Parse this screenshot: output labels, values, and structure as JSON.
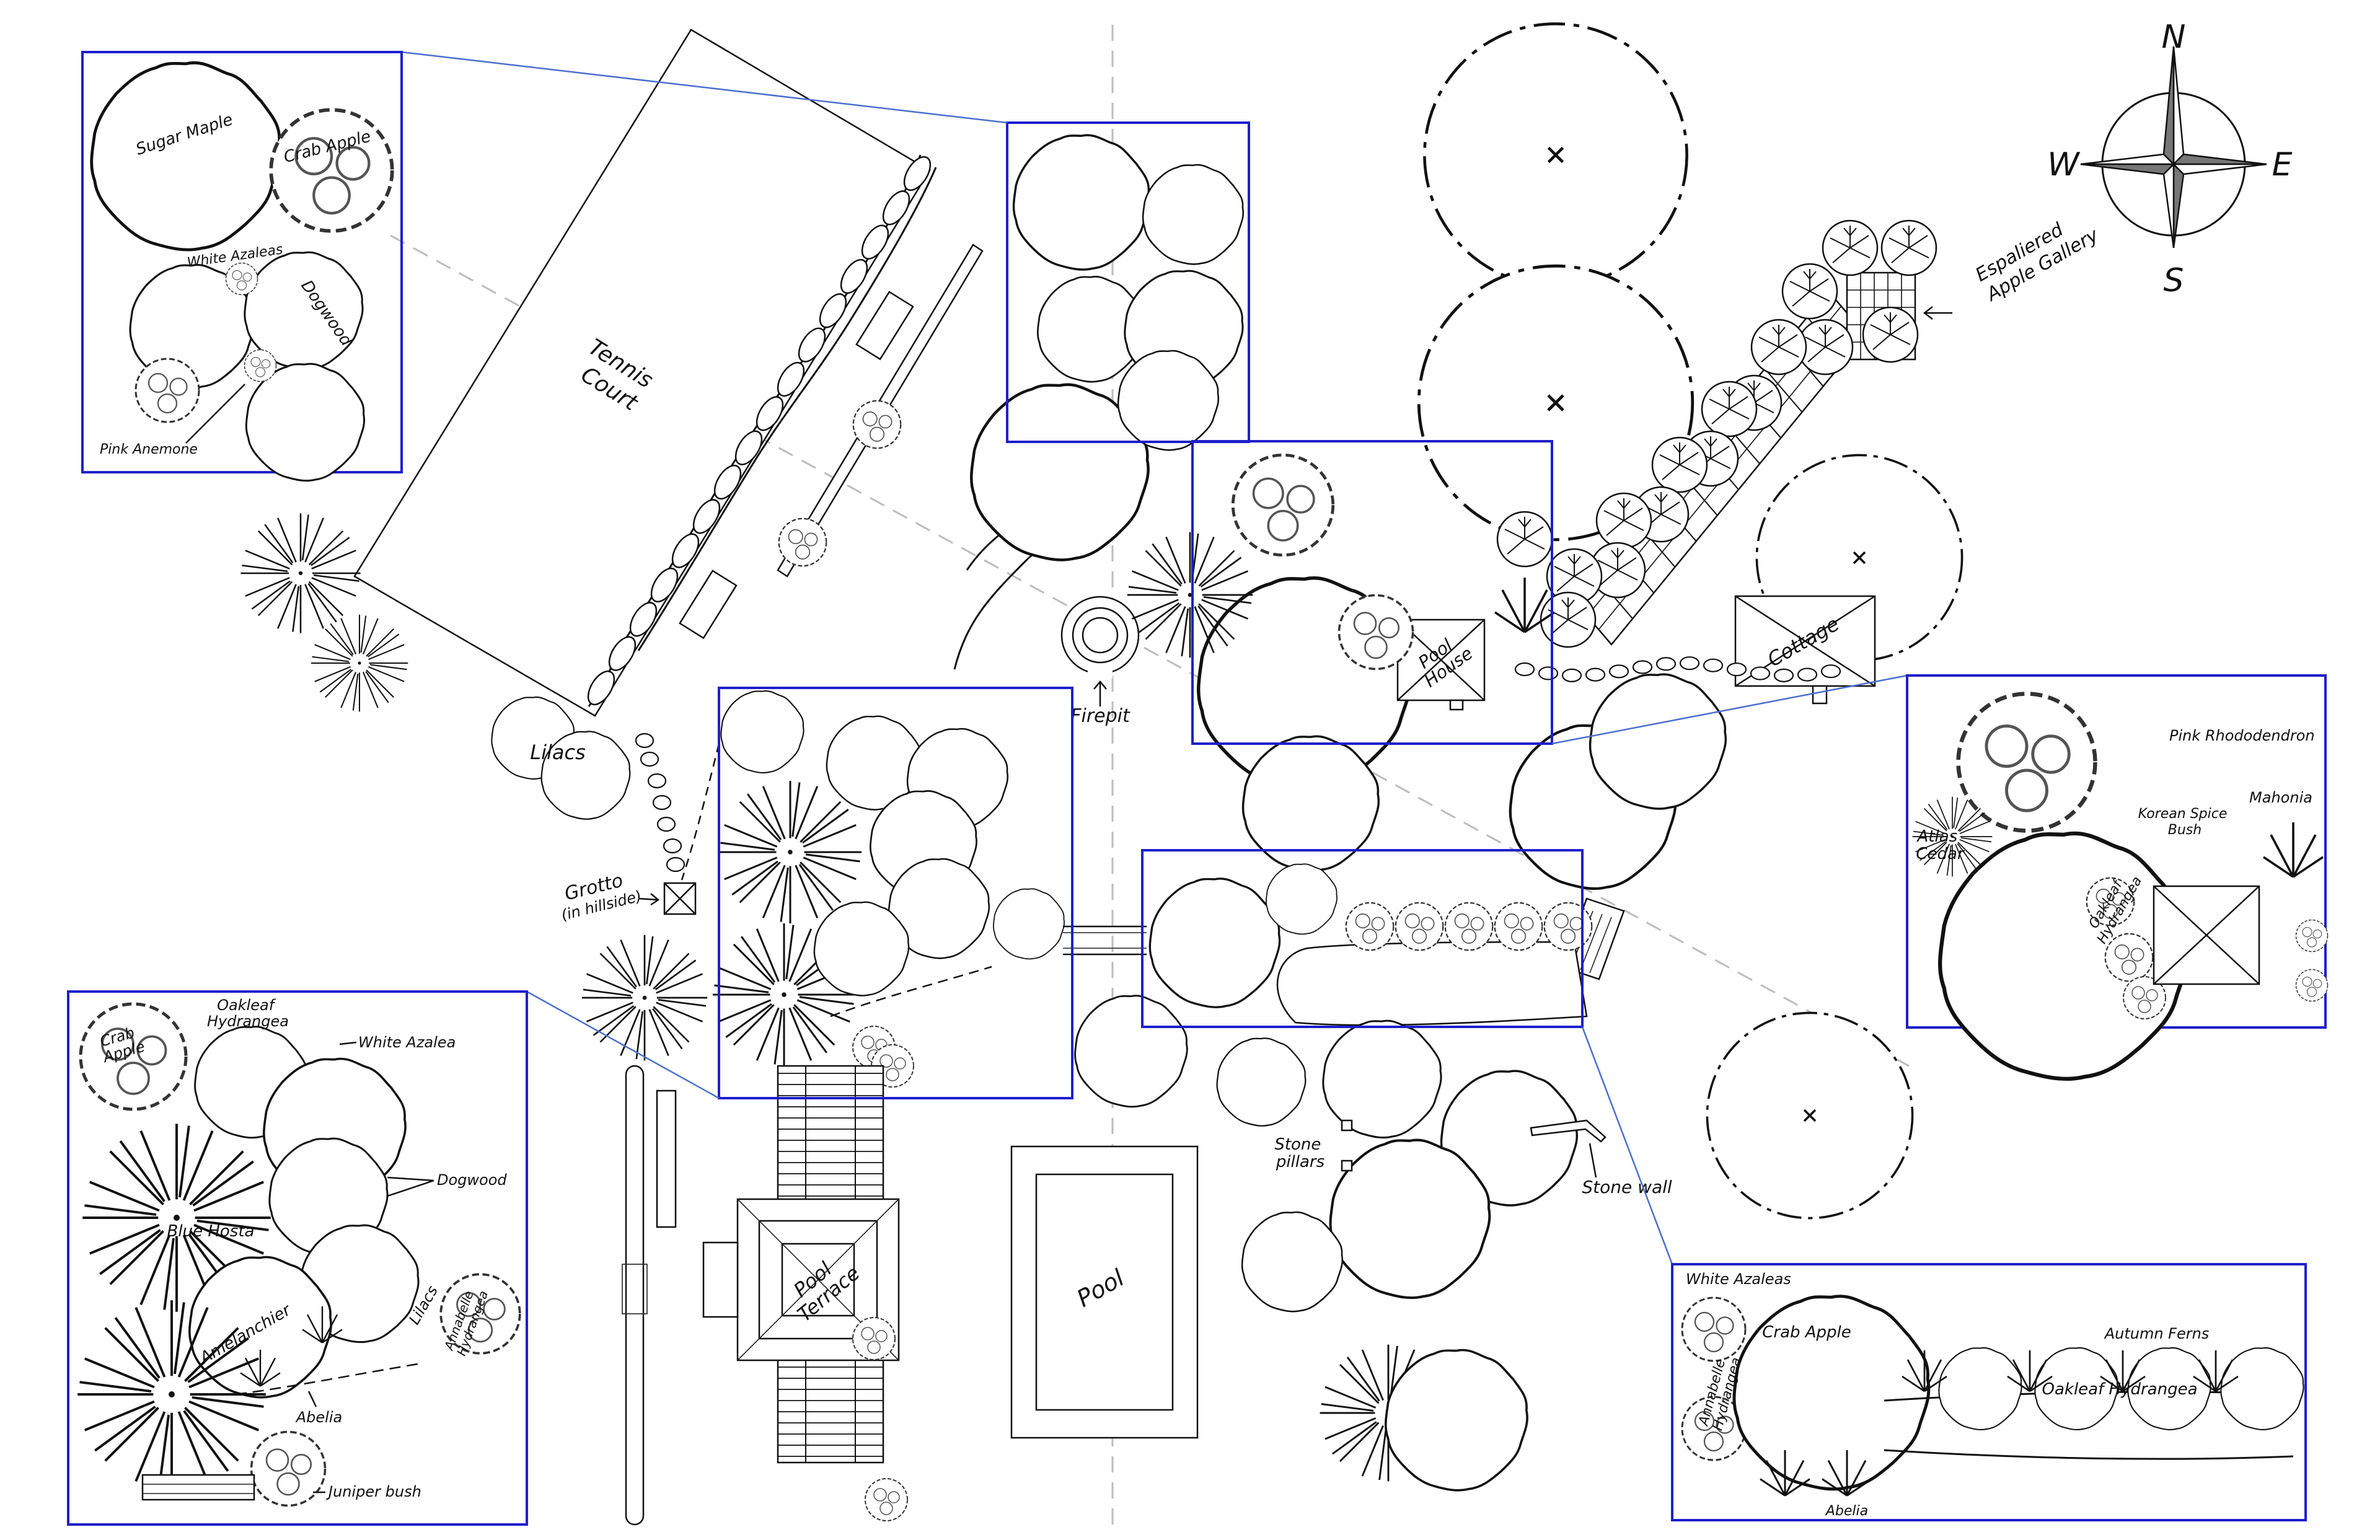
{
  "labels": {
    "tennis": "Tennis\nCourt",
    "lilacs": "Lilacs",
    "grotto": "Grotto\n(in hillside)",
    "firepit": "Firepit",
    "pool_house": "Pool\nHouse",
    "cottage": "Cottage",
    "espaliered": "Espaliered\nApple Gallery",
    "pool_terrace": "Pool\nTerrace",
    "pool": "Pool",
    "stone_pillars": "Stone\npillars",
    "stone_wall": "Stone wall"
  },
  "compass": {
    "n": "N",
    "s": "S",
    "e": "E",
    "w": "W"
  },
  "insets": {
    "top_left": {
      "sugar_maple": "Sugar Maple",
      "crab_apple": "Crab Apple",
      "white_azaleas": "White Azaleas",
      "dogwood": "Dogwood",
      "pink_anemone": "Pink Anemone"
    },
    "right": {
      "pink_rhododendron": "Pink Rhododendron",
      "korean_spice": "Korean Spice\nBush",
      "mahonia": "Mahonia",
      "atlas_cedar": "Atlas\nCedar",
      "oakleaf_hydrangea": "Oakleaf\nHydrangea"
    },
    "bottom_left": {
      "crab_apple": "Crab\nApple",
      "oakleaf_hydrangea": "Oakleaf\nHydrangea",
      "white_azalea": "White Azalea",
      "dogwood": "Dogwood",
      "blue_hosta": "Blue Hosta",
      "amelanchier": "Amelanchier",
      "lilacs": "Lilacs",
      "annabelle": "Annabelle\nHydrangea",
      "abelia": "Abelia",
      "juniper": "Juniper bush"
    },
    "bottom_right": {
      "white_azaleas": "White Azaleas",
      "annabelle": "Annabelle\nHydrangea",
      "crab_apple": "Crab Apple",
      "autumn_ferns": "Autumn Ferns",
      "oakleaf_hydrangea": "Oakleaf Hydrangea",
      "abelia": "Abelia"
    }
  },
  "colors": {
    "callout": "#1f1fcc",
    "leader": "#4a6fd0",
    "ink": "#111111",
    "axis": "#bdbdbd"
  }
}
